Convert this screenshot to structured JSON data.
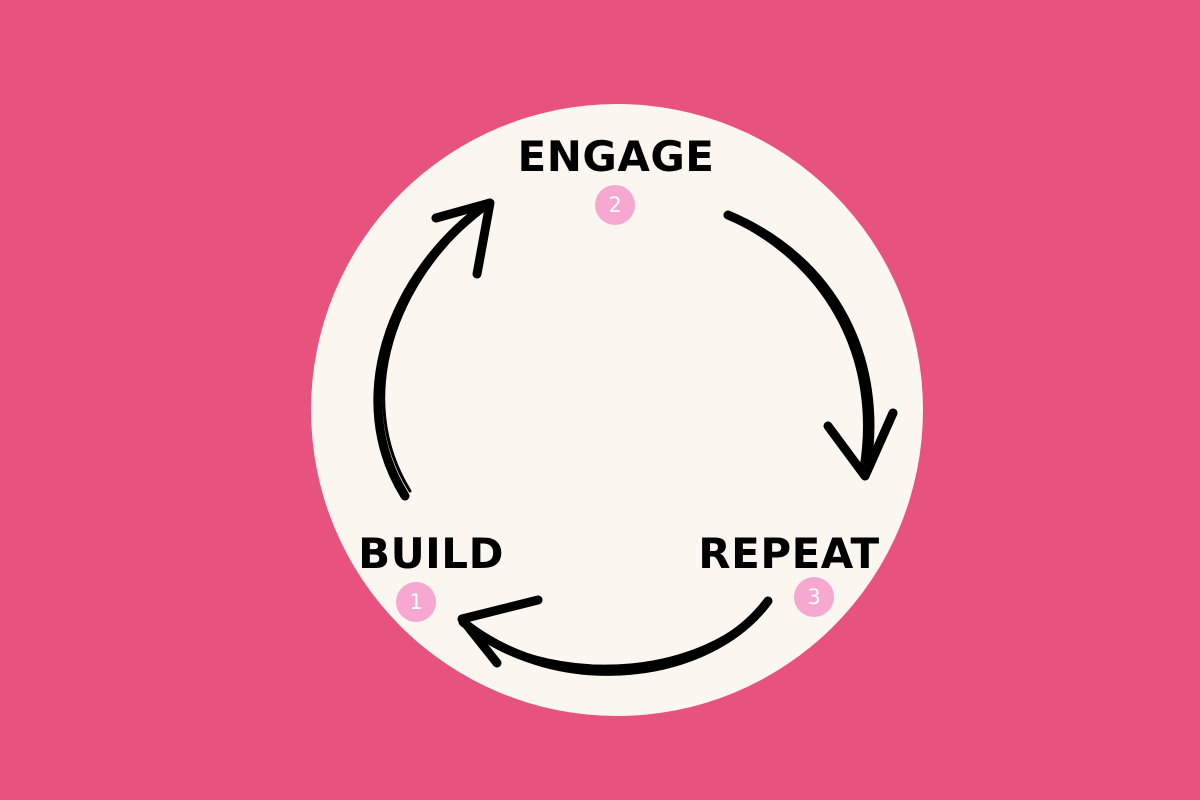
{
  "colors": {
    "background": "#e8527f",
    "disc": "#fcf6f1",
    "badge": "#f6a8d0",
    "arrow": "#000000"
  },
  "steps": [
    {
      "label": "BUILD",
      "number": "1"
    },
    {
      "label": "ENGAGE",
      "number": "2"
    },
    {
      "label": "REPEAT",
      "number": "3"
    }
  ],
  "flow": [
    {
      "from": "BUILD",
      "to": "ENGAGE",
      "icon": "curved-arrow-icon"
    },
    {
      "from": "ENGAGE",
      "to": "REPEAT",
      "icon": "curved-arrow-icon"
    },
    {
      "from": "REPEAT",
      "to": "BUILD",
      "icon": "curved-arrow-icon"
    }
  ]
}
